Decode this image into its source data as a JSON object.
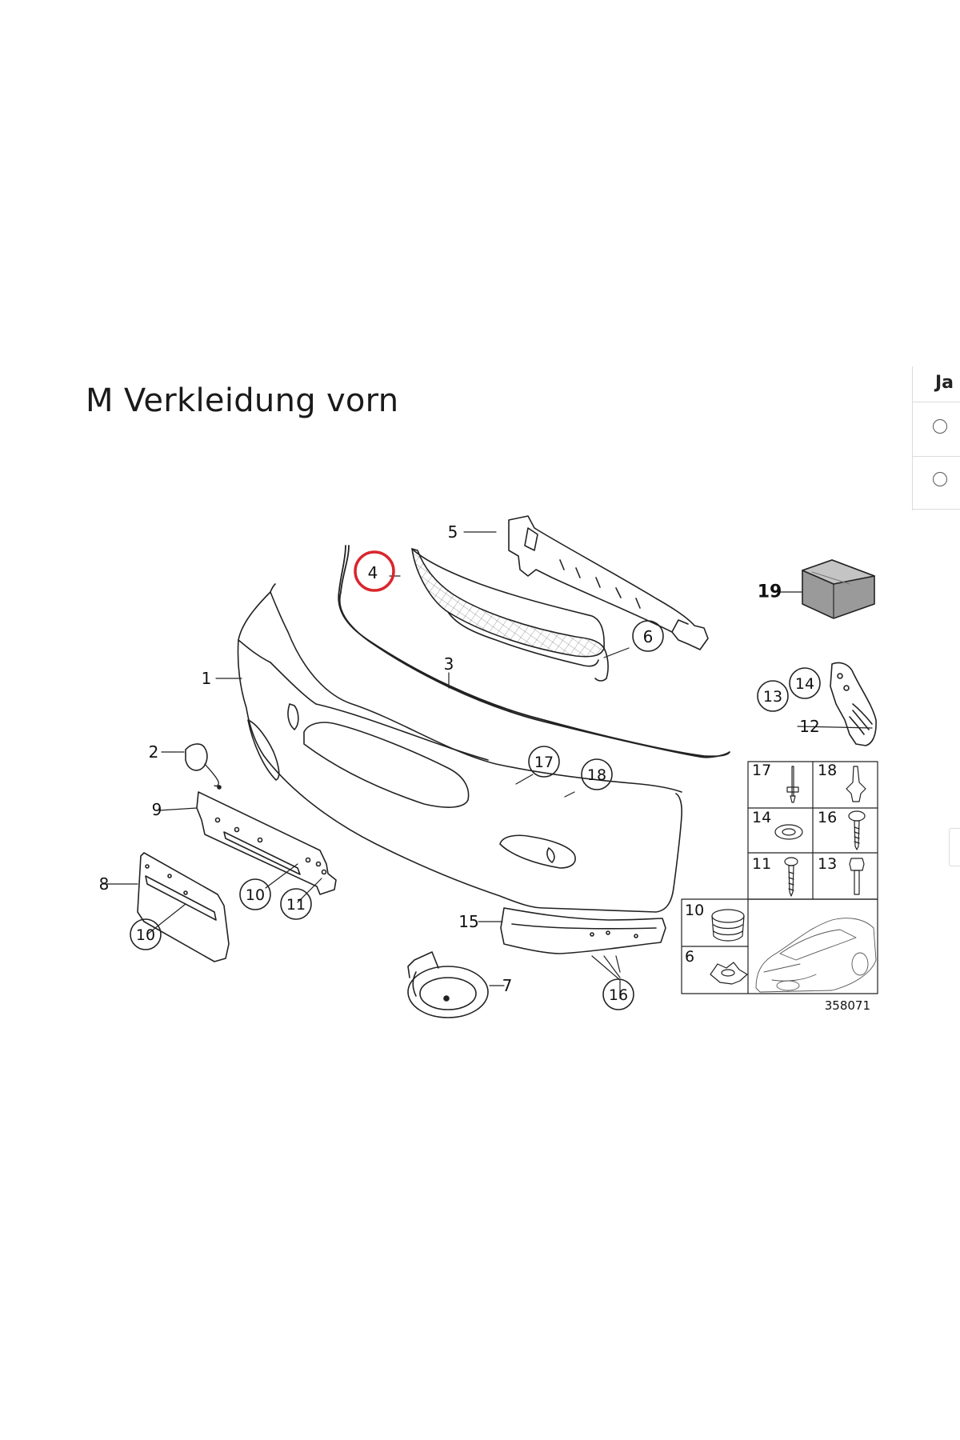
{
  "page": {
    "title": "M Verkleidung vorn"
  },
  "side_panel": {
    "header": "Ja",
    "options": [
      {
        "selected": false
      },
      {
        "selected": false
      }
    ]
  },
  "diagram": {
    "reference_number": "358071",
    "highlighted_callout": "4",
    "highlight_color": "#d9262c",
    "callouts": {
      "c1": "1",
      "c2": "2",
      "c3": "3",
      "c4": "4",
      "c5": "5",
      "c6": "6",
      "c7": "7",
      "c8": "8",
      "c9": "9",
      "c10a": "10",
      "c10b": "10",
      "c11": "11",
      "c12": "12",
      "c13": "13",
      "c14": "14",
      "c15": "15",
      "c16": "16",
      "c17": "17",
      "c18": "18",
      "c19": "19"
    },
    "hardware_grid": {
      "cells": [
        "17",
        "18",
        "14",
        "16",
        "11",
        "13",
        "10",
        "6"
      ]
    }
  }
}
